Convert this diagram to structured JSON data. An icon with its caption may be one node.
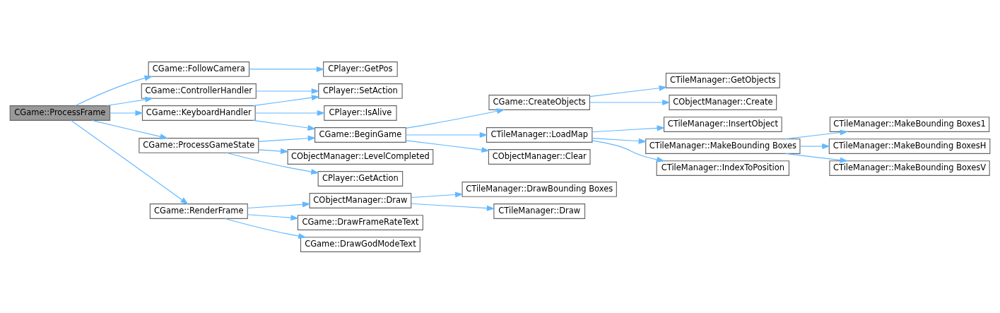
{
  "diagram": {
    "nodes": [
      {
        "text": [
          "CGame::ProcessFrame"
        ]
      },
      {
        "text": [
          "CGame::FollowCamera"
        ]
      },
      {
        "text": [
          "CGame::ControllerHandler"
        ]
      },
      {
        "text": [
          "CGame::KeyboardHandler"
        ]
      },
      {
        "text": [
          "CGame::ProcessGameState"
        ]
      },
      {
        "text": [
          "CGame::RenderFrame"
        ]
      },
      {
        "text": [
          "CPlayer::GetPos"
        ]
      },
      {
        "text": [
          "CPlayer::SetAction"
        ]
      },
      {
        "text": [
          "CPlayer::IsAlive"
        ]
      },
      {
        "text": [
          "CGame::BeginGame"
        ]
      },
      {
        "text": [
          "CObjectManager::LevelCompleted"
        ]
      },
      {
        "text": [
          "CPlayer::GetAction"
        ]
      },
      {
        "text": [
          "CObjectManager::Draw"
        ]
      },
      {
        "text": [
          "CGame::DrawFrameRateText"
        ]
      },
      {
        "text": [
          "CGame::DrawGodModeText"
        ]
      },
      {
        "text": [
          "CGame::CreateObjects"
        ]
      },
      {
        "text": [
          "CTileManager::LoadMap"
        ]
      },
      {
        "text": [
          "CObjectManager::Clear"
        ]
      },
      {
        "text": [
          "CTileManager::DrawBounding Boxes"
        ]
      },
      {
        "text": [
          "CTileManager::Draw"
        ]
      },
      {
        "text": [
          "CTileManager::GetObjects"
        ]
      },
      {
        "text": [
          "CObjectManager::Create"
        ]
      },
      {
        "text": [
          "CTileManager::InsertObject"
        ]
      },
      {
        "text": [
          "CTileManager::MakeBounding Boxes"
        ]
      },
      {
        "text": [
          "CTileManager::IndexToPosition"
        ]
      },
      {
        "text": [
          "CTileManager::MakeBounding Boxes1"
        ]
      },
      {
        "text": [
          "CTileManager::MakeBounding BoxesH"
        ]
      },
      {
        "text": [
          "CTileManager::MakeBounding BoxesV"
        ]
      }
    ],
    "edges": [
      {
        "from": 0,
        "to": 1,
        "arrow": "to"
      },
      {
        "from": 0,
        "to": 2,
        "arrow": "to"
      },
      {
        "from": 0,
        "to": 3,
        "arrow": "to"
      },
      {
        "from": 0,
        "to": 4,
        "arrow": "to"
      },
      {
        "from": 0,
        "to": 5,
        "arrow": "to"
      },
      {
        "from": 1,
        "to": 6,
        "arrow": "to"
      },
      {
        "from": 2,
        "to": 7,
        "arrow": "to"
      },
      {
        "from": 3,
        "to": 7,
        "arrow": "to"
      },
      {
        "from": 3,
        "to": 8,
        "arrow": "to"
      },
      {
        "from": 3,
        "to": 9,
        "arrow": "to"
      },
      {
        "from": 4,
        "to": 9,
        "arrow": "to"
      },
      {
        "from": 4,
        "to": 10,
        "arrow": "to"
      },
      {
        "from": 4,
        "to": 11,
        "arrow": "to"
      },
      {
        "from": 5,
        "to": 12,
        "arrow": "to"
      },
      {
        "from": 5,
        "to": 13,
        "arrow": "to"
      },
      {
        "from": 5,
        "to": 14,
        "arrow": "to"
      },
      {
        "from": 9,
        "to": 15,
        "arrow": "to"
      },
      {
        "from": 9,
        "to": 16,
        "arrow": "to"
      },
      {
        "from": 9,
        "to": 17,
        "arrow": "to"
      },
      {
        "from": 12,
        "to": 18,
        "arrow": "to"
      },
      {
        "from": 12,
        "to": 19,
        "arrow": "to"
      },
      {
        "from": 15,
        "to": 20,
        "arrow": "to"
      },
      {
        "from": 15,
        "to": 21,
        "arrow": "to"
      },
      {
        "from": 16,
        "to": 22,
        "arrow": "to"
      },
      {
        "from": 16,
        "to": 23,
        "arrow": "to"
      },
      {
        "from": 16,
        "to": 24,
        "arrow": "to"
      },
      {
        "from": 23,
        "to": 25,
        "arrow": "to"
      },
      {
        "from": 23,
        "to": 26,
        "arrow": "to"
      },
      {
        "from": 23,
        "to": 27,
        "arrow": "to"
      }
    ]
  }
}
